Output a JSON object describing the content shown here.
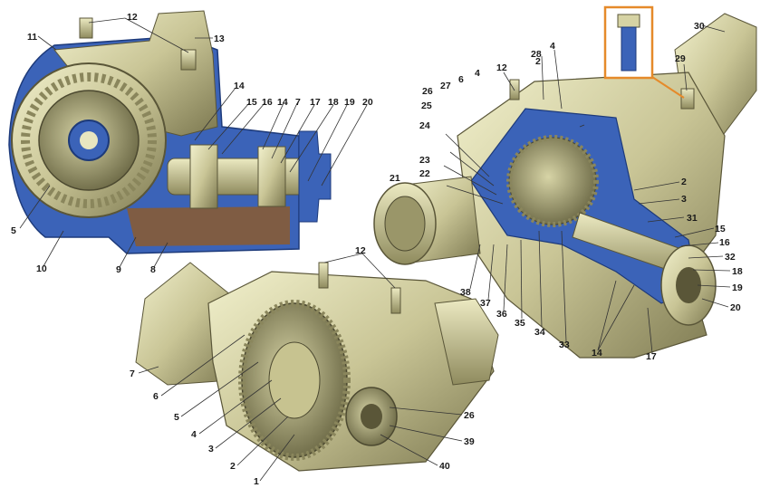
{
  "colors": {
    "metal_light": "#e4e3b6",
    "metal_mid": "#b9b585",
    "metal_dark": "#6f6b47",
    "section_blue": "#3b63b8",
    "oil_brown": "#8c5a2e",
    "leader": "#333333"
  },
  "views": {
    "left": {
      "callouts": [
        "11",
        "12",
        "13",
        "14",
        "15",
        "16",
        "14",
        "7",
        "17",
        "18",
        "19",
        "20",
        "5",
        "10",
        "9",
        "8"
      ]
    },
    "right": {
      "callouts": [
        "26",
        "27",
        "6",
        "4",
        "12",
        "2",
        "28",
        "4",
        "30",
        "29",
        "25",
        "24",
        "23",
        "22",
        "21",
        "2",
        "3",
        "31",
        "15",
        "16",
        "32",
        "18",
        "19",
        "20",
        "38",
        "37",
        "36",
        "35",
        "34",
        "33",
        "14",
        "17"
      ]
    },
    "bottom": {
      "callouts": [
        "12",
        "7",
        "6",
        "5",
        "4",
        "3",
        "2",
        "1",
        "26",
        "39",
        "40"
      ]
    }
  }
}
